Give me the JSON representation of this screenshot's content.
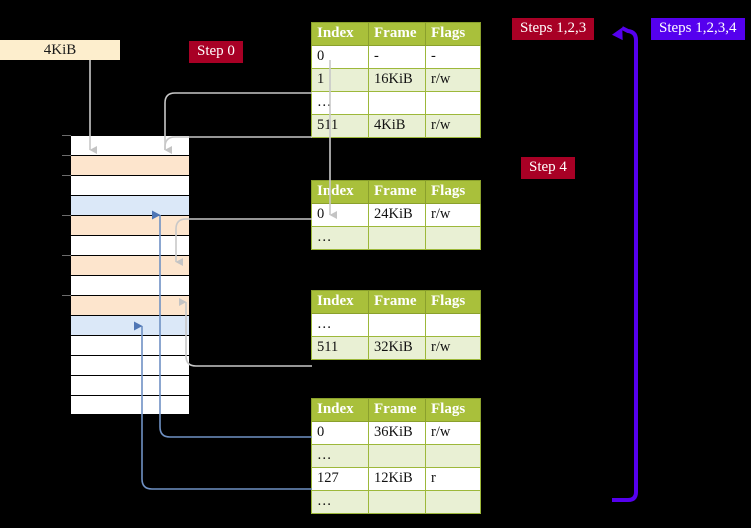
{
  "labels": {
    "size_box": "4KiB",
    "step0": "Step 0",
    "step4": "Step 4",
    "steps123": "Steps 1,2,3",
    "steps1234": "Steps 1,2,3,4"
  },
  "colors": {
    "badge_red": "#a80025",
    "badge_violet": "#5500ee",
    "table_header": "#a9c03b",
    "table_alt_row": "#e9f0d4",
    "highlight": "#ffff99",
    "size_box": "#fdeecd",
    "mem_orange": "#fde5cd",
    "mem_blue": "#dbe8f8",
    "wire_gray": "#c8c8c8",
    "wire_blue": "#6f91c4"
  },
  "tables": [
    {
      "name": "pml4-table",
      "columns": [
        "Index",
        "Frame",
        "Flags"
      ],
      "rows": [
        {
          "index": "0",
          "frame": "-",
          "flags": "-",
          "alt": false,
          "highlight": false
        },
        {
          "index": "1",
          "frame": "16KiB",
          "flags": "r/w",
          "alt": true,
          "highlight": false
        },
        {
          "index": "…",
          "frame": "",
          "flags": "",
          "alt": false,
          "highlight": false
        },
        {
          "index": "511",
          "frame": "4KiB",
          "flags": "r/w",
          "alt": true,
          "highlight": true
        }
      ]
    },
    {
      "name": "pdp-table",
      "columns": [
        "Index",
        "Frame",
        "Flags"
      ],
      "rows": [
        {
          "index": "0",
          "frame": "24KiB",
          "flags": "r/w",
          "alt": false,
          "highlight": false
        },
        {
          "index": "…",
          "frame": "",
          "flags": "",
          "alt": true,
          "highlight": false
        }
      ]
    },
    {
      "name": "pd-table",
      "columns": [
        "Index",
        "Frame",
        "Flags"
      ],
      "rows": [
        {
          "index": "…",
          "frame": "",
          "flags": "",
          "alt": false,
          "highlight": false
        },
        {
          "index": "511",
          "frame": "32KiB",
          "flags": "r/w",
          "alt": true,
          "highlight": false
        }
      ]
    },
    {
      "name": "pt-table",
      "columns": [
        "Index",
        "Frame",
        "Flags"
      ],
      "rows": [
        {
          "index": "0",
          "frame": "36KiB",
          "flags": "r/w",
          "alt": false,
          "highlight": false
        },
        {
          "index": "…",
          "frame": "",
          "flags": "",
          "alt": true,
          "highlight": false
        },
        {
          "index": "127",
          "frame": "12KiB",
          "flags": "r",
          "alt": false,
          "highlight": false
        },
        {
          "index": "…",
          "frame": "",
          "flags": "",
          "alt": true,
          "highlight": false
        }
      ]
    }
  ],
  "memory": {
    "rows": [
      {
        "fill": "white",
        "tick": true
      },
      {
        "fill": "orange",
        "tick": true
      },
      {
        "fill": "white",
        "tick": true
      },
      {
        "fill": "blue",
        "tick": false
      },
      {
        "fill": "orange",
        "tick": true
      },
      {
        "fill": "white",
        "tick": false
      },
      {
        "fill": "orange",
        "tick": true
      },
      {
        "fill": "white",
        "tick": false
      },
      {
        "fill": "orange",
        "tick": true
      },
      {
        "fill": "blue",
        "tick": false
      },
      {
        "fill": "white",
        "tick": false
      },
      {
        "fill": "white",
        "tick": false
      },
      {
        "fill": "white",
        "tick": false
      },
      {
        "fill": "white",
        "tick": false
      }
    ]
  }
}
